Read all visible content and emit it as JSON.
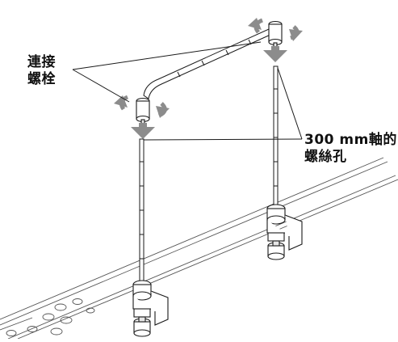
{
  "labels": {
    "connecting_bolt": {
      "line1": "連接",
      "line2": "螺栓"
    },
    "screw_hole": {
      "line1": "300 mm軸的",
      "line2": "螺絲孔"
    }
  },
  "colors": {
    "line": "#1a1a1a",
    "gray_arrow": "#8c8c8c",
    "part_fill": "#ffffff",
    "part_shade": "#e6e6e6",
    "background": "#ffffff"
  },
  "icons": [
    "rotation-arrow-icon",
    "down-arrow-icon"
  ]
}
